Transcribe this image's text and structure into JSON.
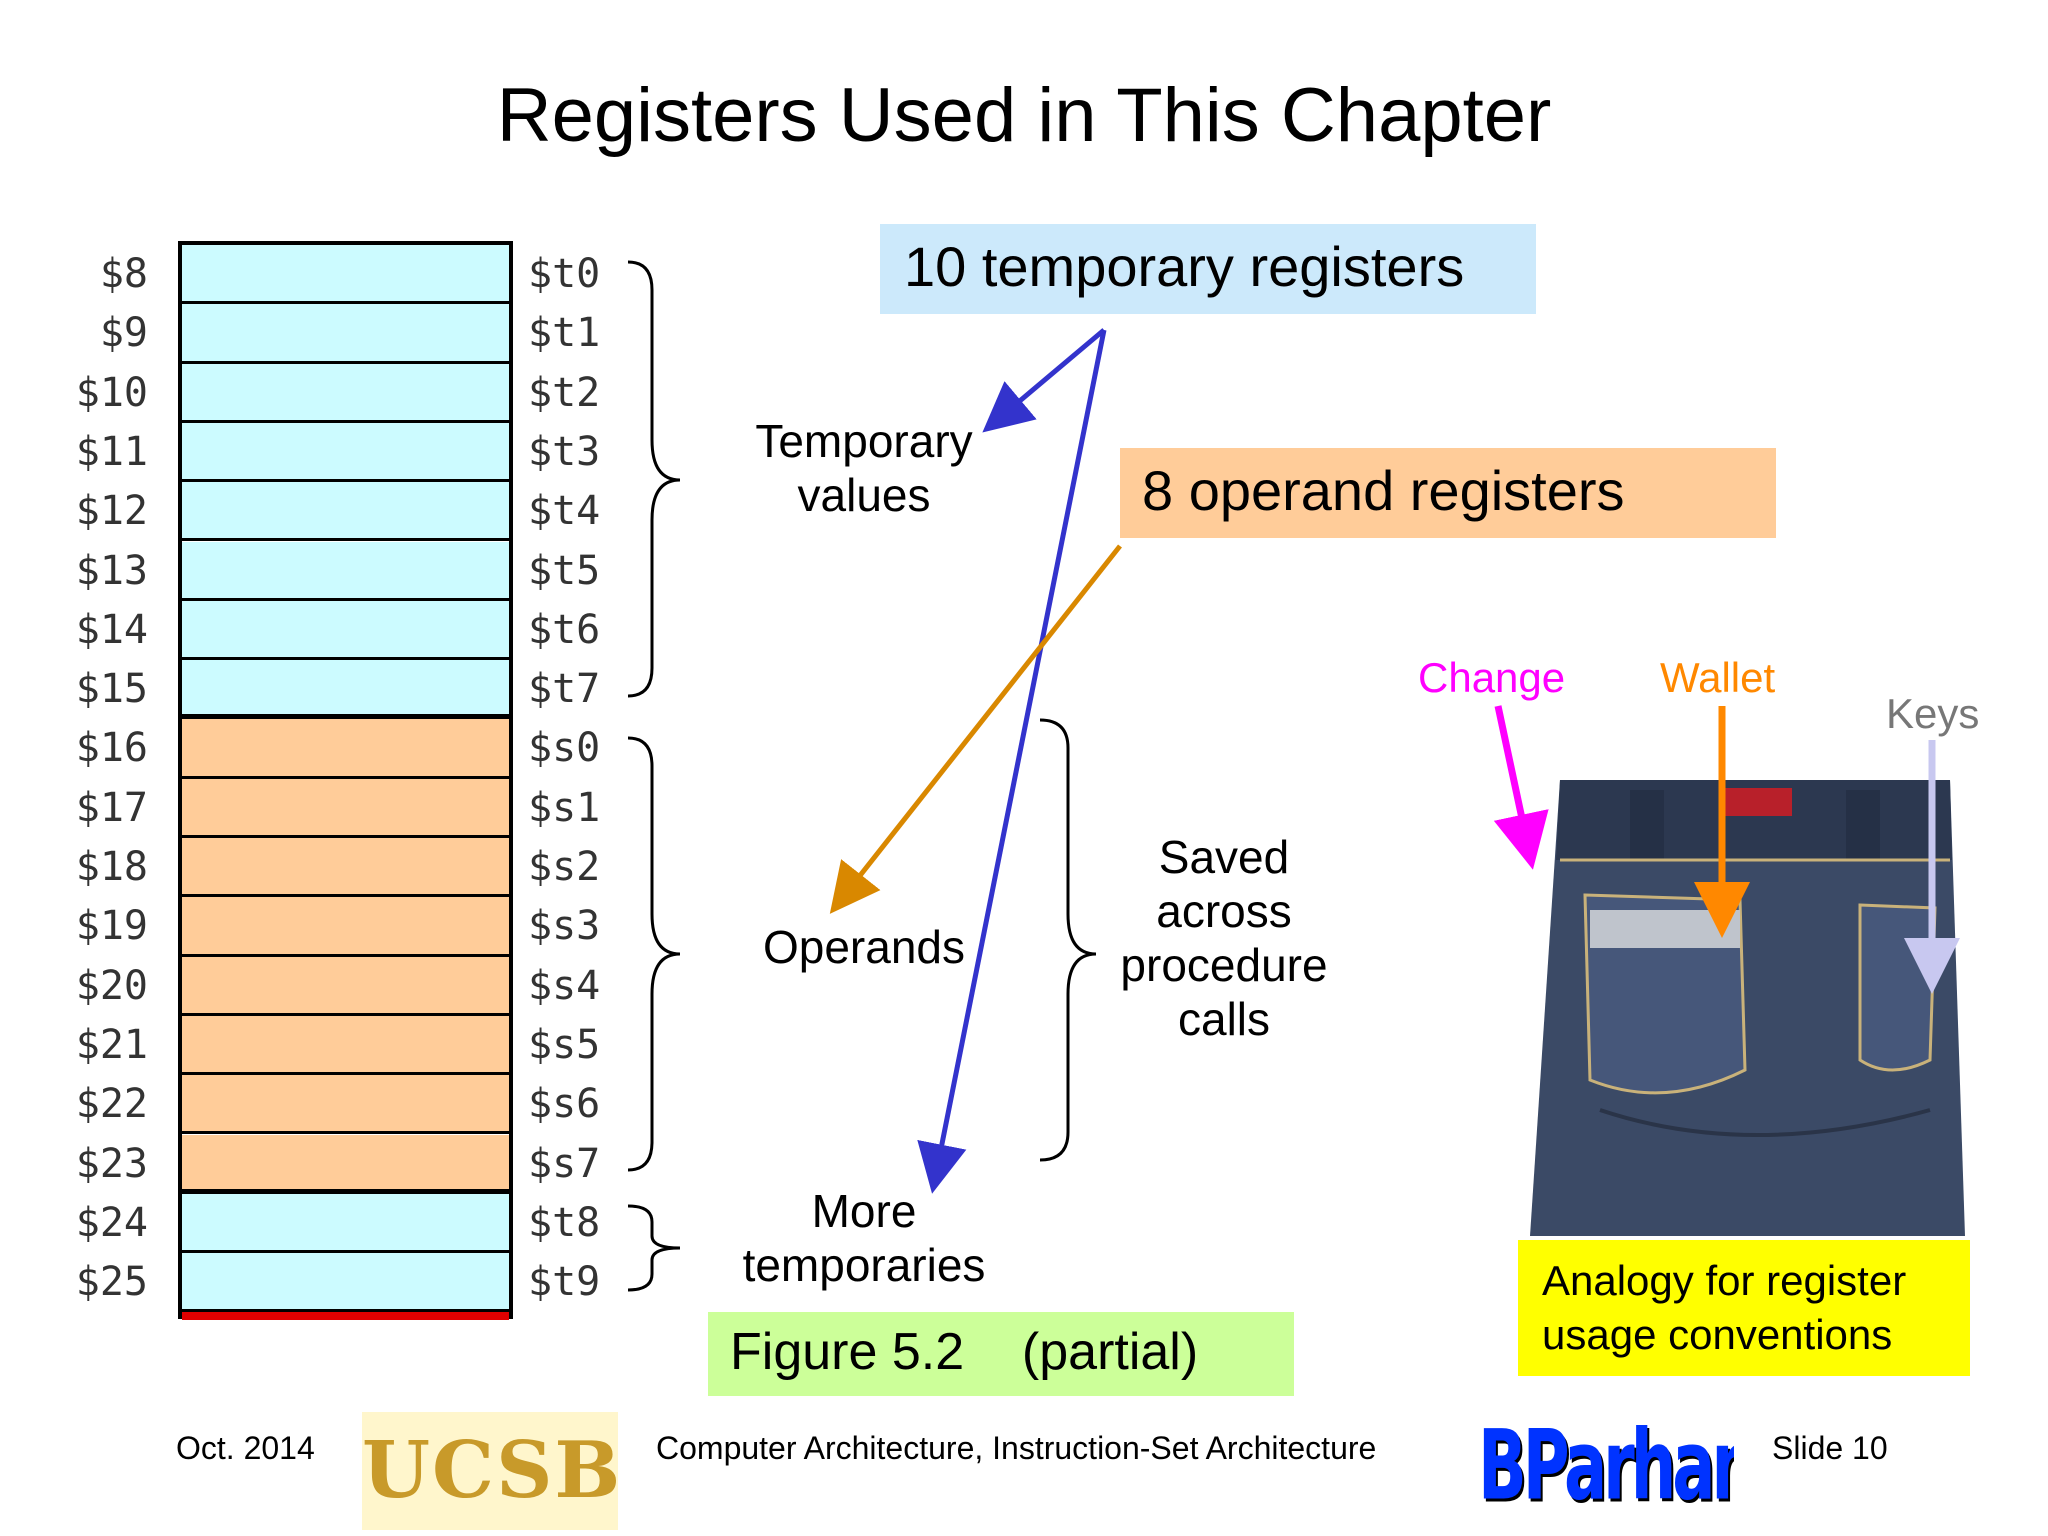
{
  "title": "Registers Used in This Chapter",
  "registers": [
    {
      "num": "$8",
      "name": "$t0",
      "kind": "temp"
    },
    {
      "num": "$9",
      "name": "$t1",
      "kind": "temp"
    },
    {
      "num": "$10",
      "name": "$t2",
      "kind": "temp"
    },
    {
      "num": "$11",
      "name": "$t3",
      "kind": "temp"
    },
    {
      "num": "$12",
      "name": "$t4",
      "kind": "temp"
    },
    {
      "num": "$13",
      "name": "$t5",
      "kind": "temp"
    },
    {
      "num": "$14",
      "name": "$t6",
      "kind": "temp"
    },
    {
      "num": "$15",
      "name": "$t7",
      "kind": "temp"
    },
    {
      "num": "$16",
      "name": "$s0",
      "kind": "saved"
    },
    {
      "num": "$17",
      "name": "$s1",
      "kind": "saved"
    },
    {
      "num": "$18",
      "name": "$s2",
      "kind": "saved"
    },
    {
      "num": "$19",
      "name": "$s3",
      "kind": "saved"
    },
    {
      "num": "$20",
      "name": "$s4",
      "kind": "saved"
    },
    {
      "num": "$21",
      "name": "$s5",
      "kind": "saved"
    },
    {
      "num": "$22",
      "name": "$s6",
      "kind": "saved"
    },
    {
      "num": "$23",
      "name": "$s7",
      "kind": "saved"
    },
    {
      "num": "$24",
      "name": "$t8",
      "kind": "temp"
    },
    {
      "num": "$25",
      "name": "$t9",
      "kind": "temp"
    }
  ],
  "labels": {
    "temporary_values": "Temporary values",
    "operands": "Operands",
    "more_temporaries": "More temporaries",
    "saved_across_calls": "Saved across procedure calls"
  },
  "callouts": {
    "temp_registers": "10 temporary registers",
    "operand_registers": "8 operand registers",
    "figure": "Figure 5.2    (partial)"
  },
  "analogy": {
    "change": "Change",
    "wallet": "Wallet",
    "keys": "Keys",
    "caption": "Analogy for register usage conventions"
  },
  "footer": {
    "date": "Oct. 2014",
    "logo_ucsb": "UCSB",
    "course": "Computer Architecture, Instruction-Set Architecture",
    "logo_author": "BParhami",
    "slide": "Slide 10"
  },
  "colors": {
    "temp_fill": "#ccfbff",
    "saved_fill": "#ffcc99",
    "temp_box": "#cce9fb",
    "operand_box": "#ffcc99",
    "figure_box": "#ccff99",
    "caption_box": "#ffff00",
    "arrow_blue": "#3333cc",
    "arrow_orange": "#d98800",
    "change_color": "#ff00ff",
    "wallet_color": "#ff8800",
    "keys_color": "#c8c8f0"
  }
}
